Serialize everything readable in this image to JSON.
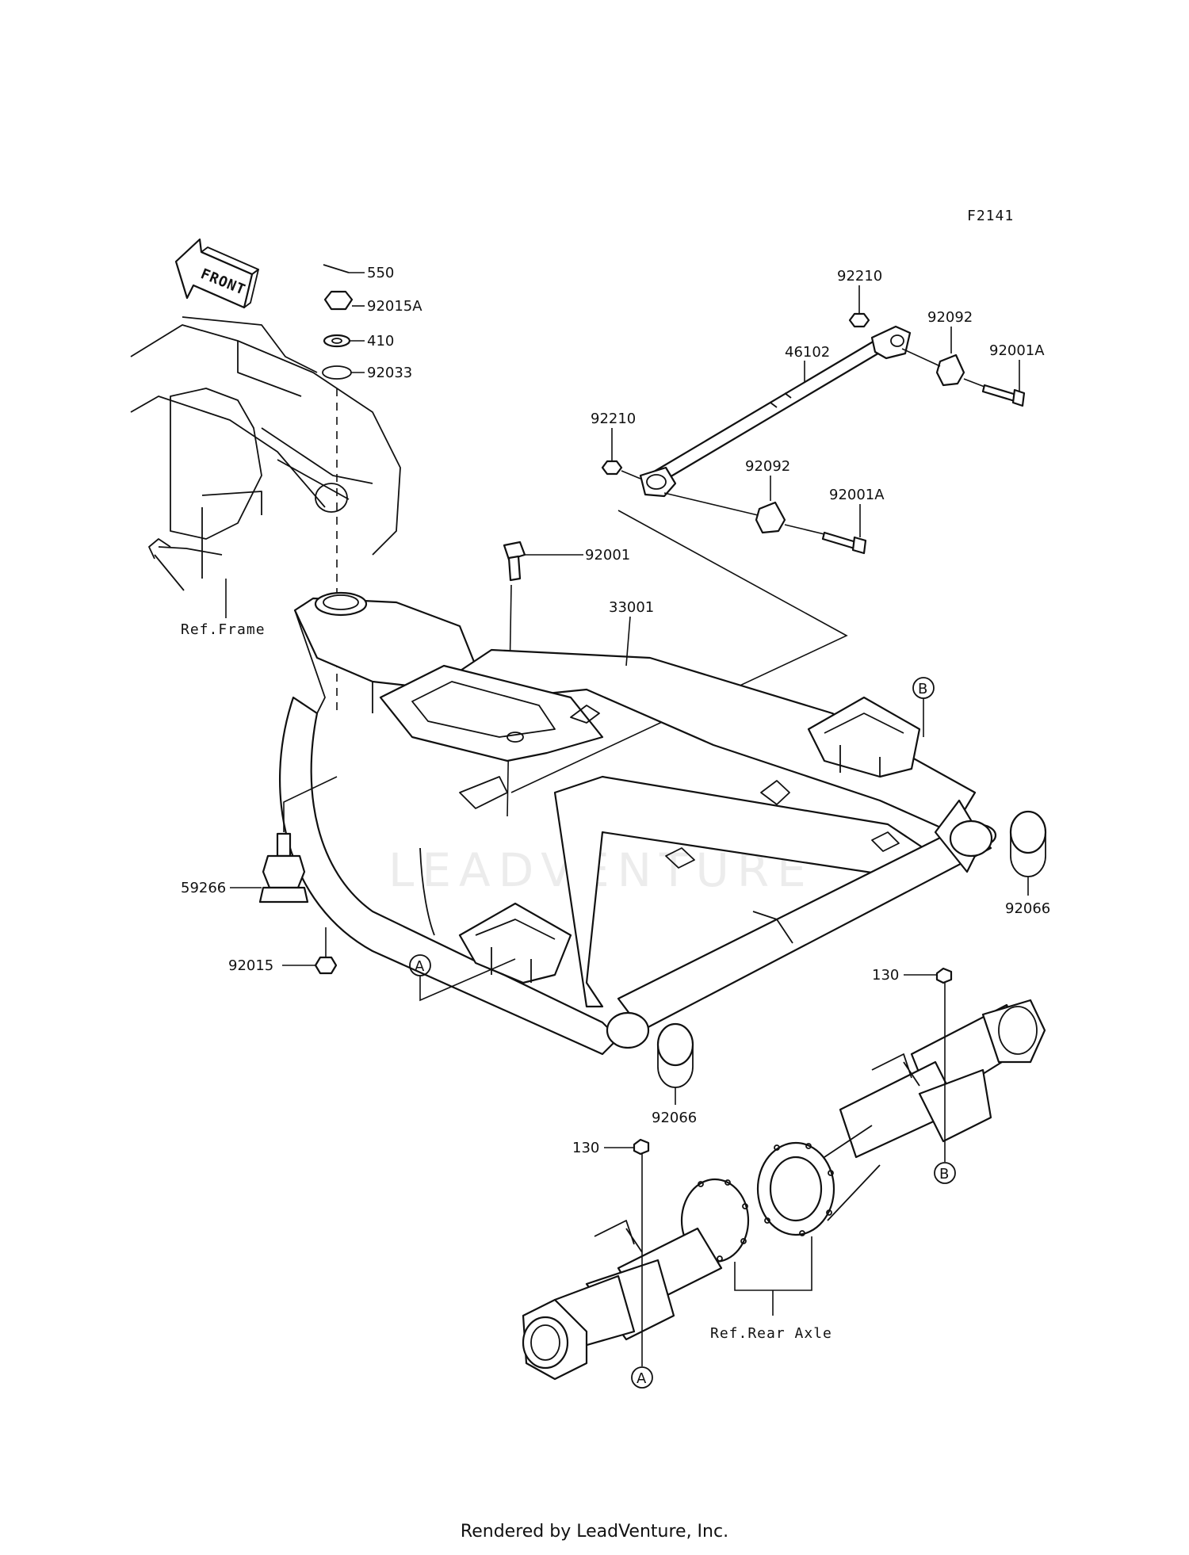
{
  "figure_code": "F2141",
  "front_badge": "FRONT",
  "watermark": "LEADVENTURE",
  "footer": "Rendered by LeadVenture, Inc.",
  "parts": {
    "p550": "550",
    "p92015A": "92015A",
    "p410": "410",
    "p92033": "92033",
    "p92210_top": "92210",
    "p46102": "46102",
    "p92092_top": "92092",
    "p92001A_top": "92001A",
    "p92210_low": "92210",
    "p92092_low": "92092",
    "p92001A_low": "92001A",
    "p92001": "92001",
    "p33001": "33001",
    "p59266": "59266",
    "p92015": "92015",
    "p92066_right": "92066",
    "p92066_low": "92066",
    "p130_right": "130",
    "p130_left": "130"
  },
  "refs": {
    "frame": "Ref.Frame",
    "rear_axle": "Ref.Rear Axle"
  },
  "markers": {
    "a_frame": "A",
    "b_frame": "B",
    "b_axle": "B",
    "a_axle": "A"
  }
}
